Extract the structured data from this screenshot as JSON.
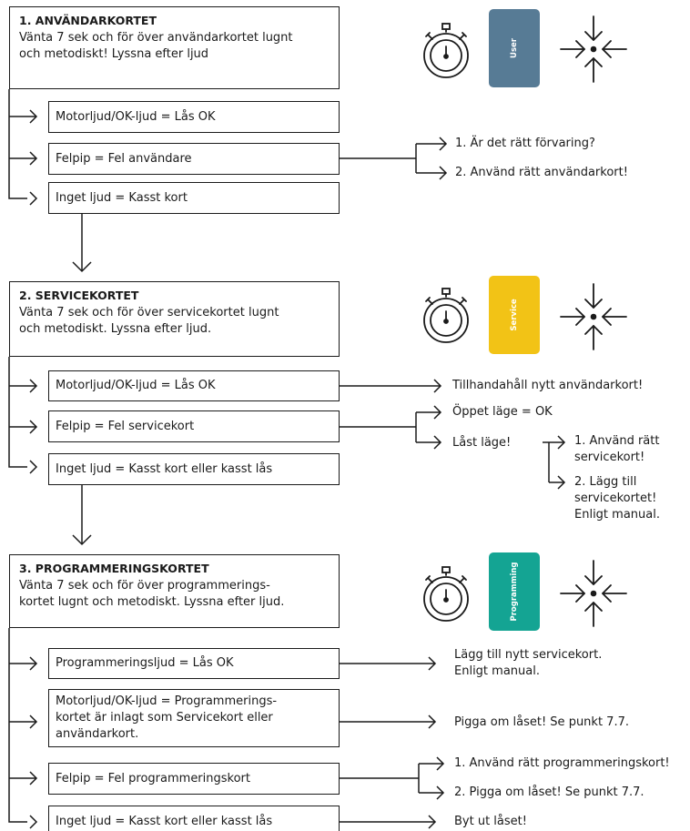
{
  "sections": [
    {
      "title": "1. ANVÄNDARKORTET",
      "desc": [
        "Vänta 7 sek och för över användarkortet lugnt",
        "och metodiskt! Lyssna efter ljud"
      ],
      "card": {
        "label": "User",
        "color": "#577b95"
      },
      "options": [
        "Motorljud/OK-ljud = Lås OK",
        "Felpip = Fel användare",
        "Inget ljud = Kasst kort"
      ],
      "results": [
        "1. Är det rätt förvaring?",
        "2. Använd rätt användarkort!"
      ]
    },
    {
      "title": "2. SERVICEKORTET",
      "desc": [
        "Vänta 7 sek och för över servicekortet lugnt",
        "och metodiskt. Lyssna efter ljud."
      ],
      "card": {
        "label": "Service",
        "color": "#f2c316"
      },
      "options": [
        "Motorljud/OK-ljud = Lås OK",
        "Felpip = Fel servicekort",
        "Inget ljud = Kasst kort eller kasst lås"
      ],
      "results": [
        "Tillhandahåll nytt användarkort!",
        "Öppet läge = OK",
        "Låst läge!"
      ],
      "sub_results": [
        [
          "1. Använd rätt",
          "servicekort!"
        ],
        [
          "2. Lägg till",
          "servicekortet!",
          "Enligt manual."
        ]
      ]
    },
    {
      "title": "3. PROGRAMMERINGSKORTET",
      "desc": [
        "Vänta 7 sek och för över programmerings-",
        "kortet lugnt och metodiskt. Lyssna efter ljud."
      ],
      "card": {
        "label": "Programming",
        "color": "#14a493"
      },
      "options": [
        "Programmeringsljud = Lås OK",
        [
          "Motorljud/OK-ljud = Programmerings-",
          "kortet är inlagt som Servicekort eller",
          "användarkort."
        ],
        "Felpip = Fel programmeringskort",
        "Inget ljud = Kasst kort eller kasst lås"
      ],
      "results": [
        [
          "Lägg till nytt servicekort.",
          "Enligt manual."
        ],
        "Pigga om låset! Se punkt 7.7.",
        "1. Använd rätt programmeringskort!",
        "2. Pigga om låset! Se punkt 7.7.",
        "Byt ut låset!"
      ]
    }
  ],
  "icons": [
    "stopwatch-icon",
    "tap-target-icon"
  ],
  "colors": {
    "line": "#1a1a1a"
  }
}
